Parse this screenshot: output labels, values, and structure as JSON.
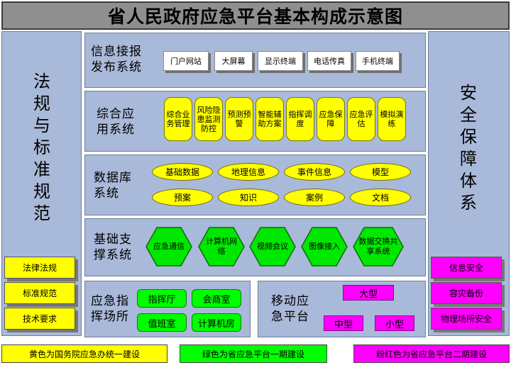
{
  "title": "省人民政府应急平台基本构成示意图",
  "left_column": {
    "label": "法规与标准规范",
    "items": [
      "法律法规",
      "标准规范",
      "技术要求"
    ]
  },
  "right_column": {
    "label": "安全保障体系",
    "items": [
      "信息安全",
      "容灾备份",
      "物理场所安全"
    ]
  },
  "sections": {
    "info": {
      "label_lines": [
        "信息接报",
        "发布系统"
      ],
      "items": [
        "门户网站",
        "大屏幕",
        "显示终端",
        "电话传真",
        "手机终端"
      ]
    },
    "app": {
      "label_lines": [
        "综合应",
        "用系统"
      ],
      "items": [
        "综合业务管理",
        "风险隐患监测防控",
        "预测预警",
        "智能辅助方案",
        "指挥调度",
        "应急保障",
        "应急评估",
        "模拟演练"
      ]
    },
    "db": {
      "label_lines": [
        "数据库",
        "系统"
      ],
      "row1": [
        "基础数据",
        "地理信息",
        "事件信息",
        "模型"
      ],
      "row2": [
        "预案",
        "知识",
        "案例",
        "文档"
      ]
    },
    "infra": {
      "label_lines": [
        "基础支",
        "撑系统"
      ],
      "items": [
        "应急通信",
        "计算机网络",
        "视频会议",
        "图像接入",
        "数据交换共享系统"
      ]
    },
    "command": {
      "label_lines": [
        "应急指",
        "挥场所"
      ],
      "items": [
        "指挥厅",
        "会商室",
        "值班室",
        "计算机房"
      ]
    },
    "mobile": {
      "label_lines": [
        "移动应",
        "急平台"
      ],
      "items": [
        "大型",
        "中型",
        "小型"
      ]
    }
  },
  "legend": [
    {
      "text": "黄色为国务院应急办统一建设",
      "color": "#ffff00"
    },
    {
      "text": "绿色为省应急平台一期建设",
      "color": "#00ff00"
    },
    {
      "text": "粉红色为省应急平台二期建设",
      "color": "#ff00ff"
    }
  ]
}
